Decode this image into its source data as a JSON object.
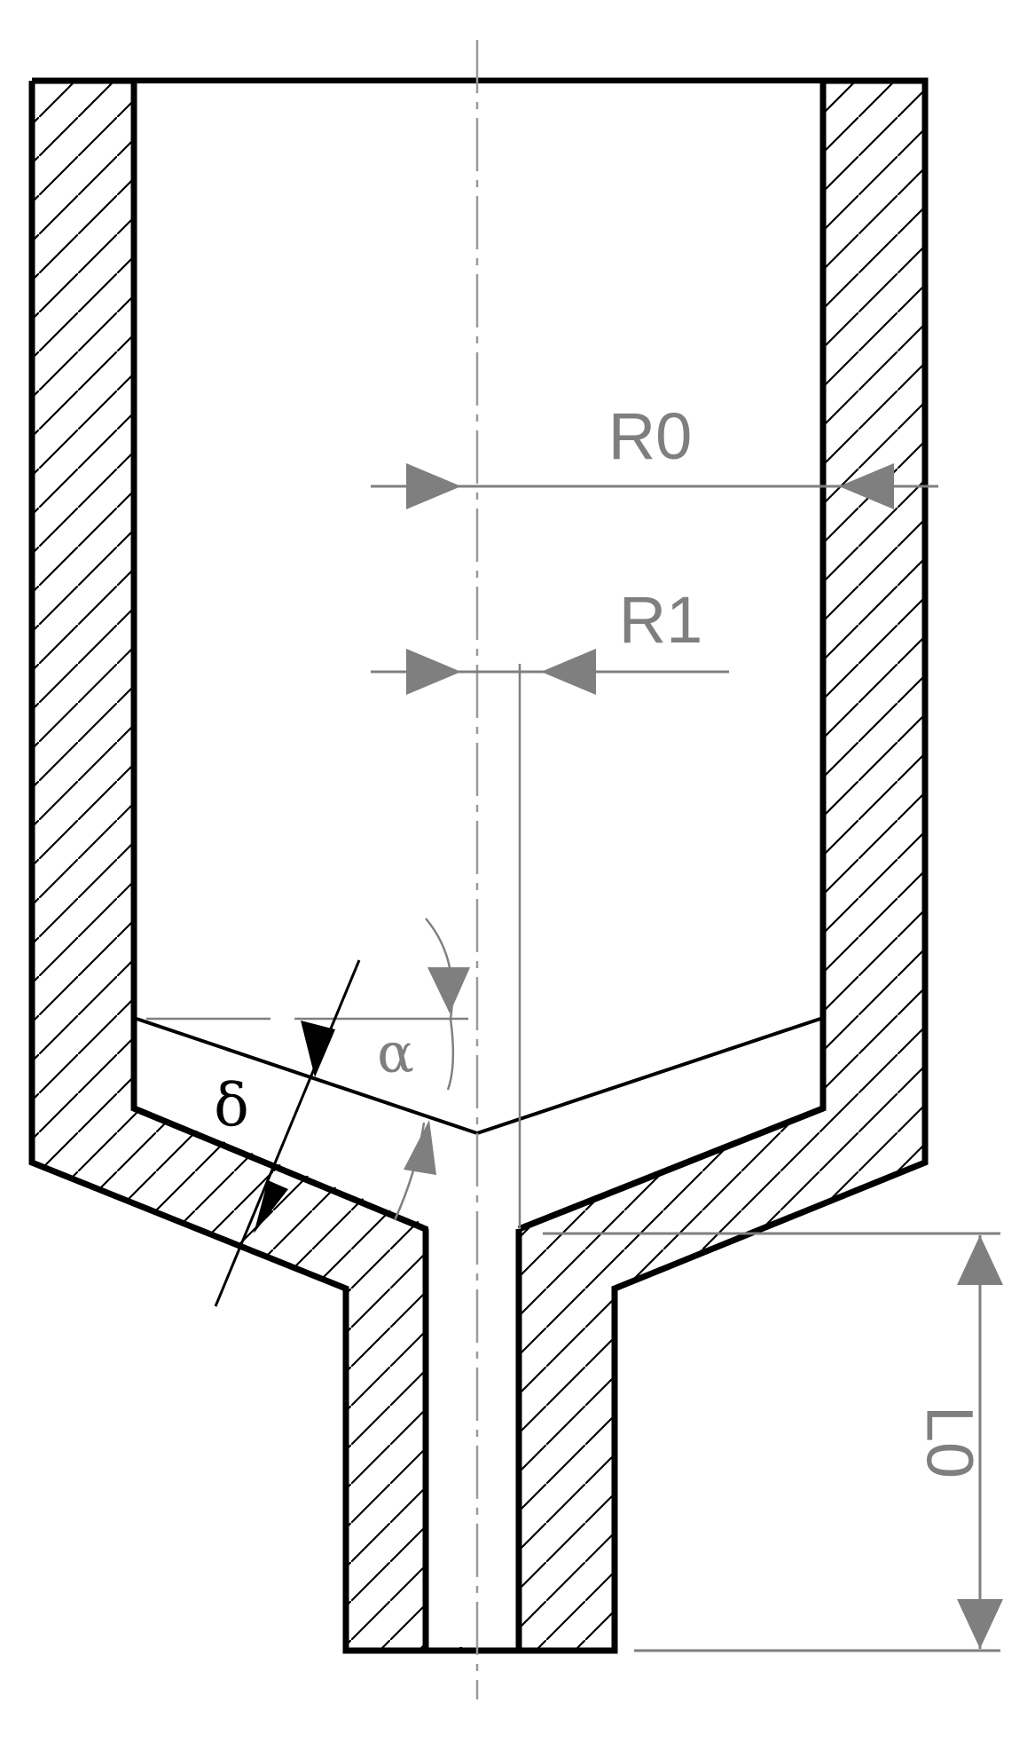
{
  "diagram": {
    "labels": {
      "r0": "R0",
      "r1": "R1",
      "l0": "L0",
      "alpha": "α",
      "delta": "δ"
    },
    "colors": {
      "outline": "#000000",
      "dimension": "#7f7f7f",
      "centerline": "#9a9a9a",
      "background": "#ffffff"
    }
  }
}
